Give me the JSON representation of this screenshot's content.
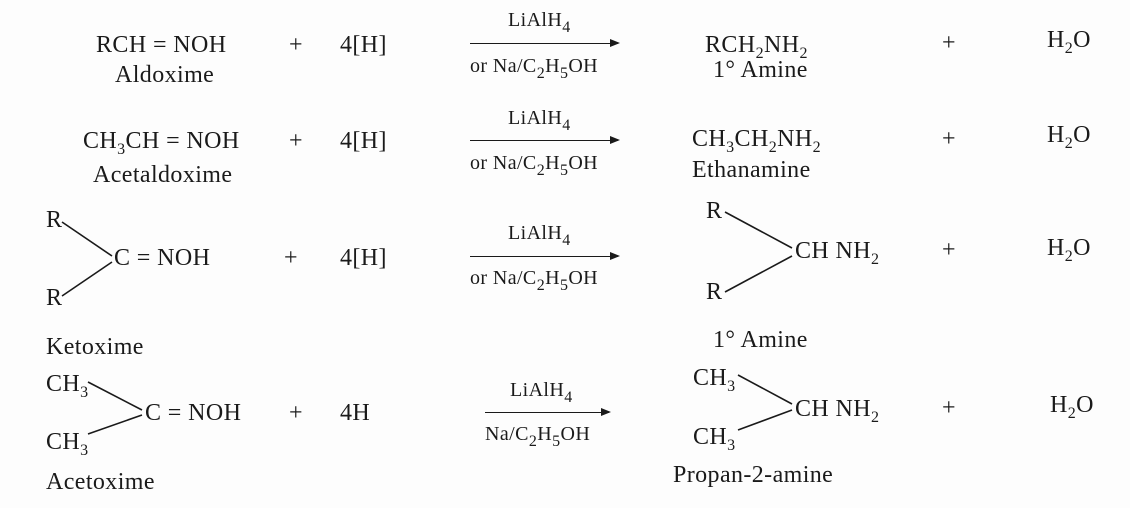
{
  "plus": "+",
  "water": {
    "a": "H",
    "sub": "2",
    "b": "O"
  },
  "catalyst": {
    "a": "LiAlH",
    "sub": "4",
    "or_a": "or Na/C",
    "s1": "2",
    "mid": "H",
    "s2": "5",
    "end": "OH",
    "na_a": "Na/C"
  },
  "r1": {
    "reactant": "RCH = NOH",
    "name": "Aldoxime",
    "h": "4[H]",
    "product": {
      "a": "RCH",
      "s1": "2",
      "b": "NH",
      "s2": "2"
    },
    "pname": "1° Amine"
  },
  "r2": {
    "reactant": {
      "a": "CH",
      "s1": "3",
      "b": "CH = NOH"
    },
    "name": "Acetaldoxime",
    "h": "4[H]",
    "product": {
      "a": "CH",
      "s1": "3",
      "b": "CH",
      "s2": "2",
      "c": "NH",
      "s3": "2"
    },
    "pname": "Ethanamine"
  },
  "r3": {
    "r": "R",
    "core": "C = NOH",
    "name": "Ketoxime",
    "h": "4[H]",
    "product": {
      "a": "CH NH",
      "s": "2"
    },
    "pname": "1° Amine"
  },
  "r4": {
    "me": {
      "a": "CH",
      "s": "3"
    },
    "core": "C = NOH",
    "name": "Acetoxime",
    "h": "4H",
    "product": {
      "a": "CH NH",
      "s": "2"
    },
    "pname": "Propan-2-amine"
  }
}
